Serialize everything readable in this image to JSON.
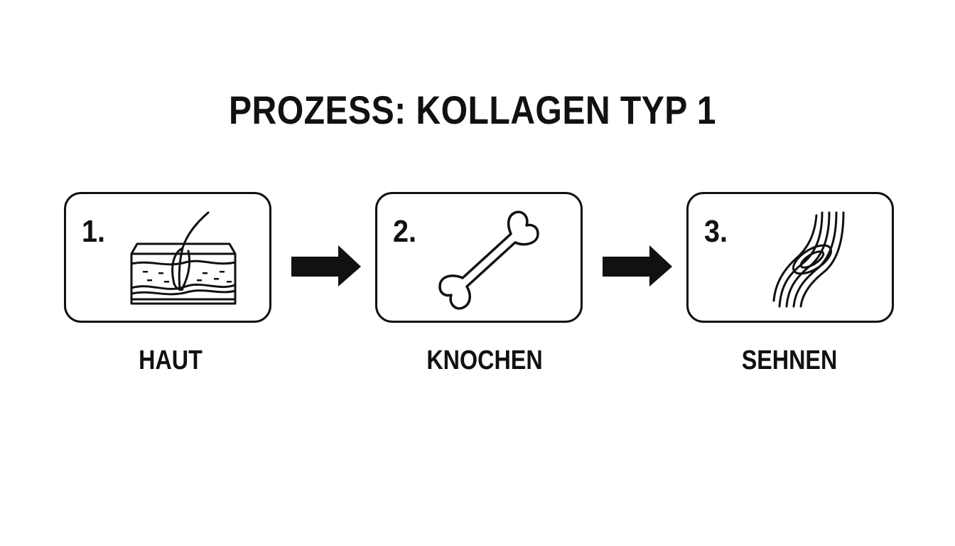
{
  "title": "PROZESS: KOLLAGEN TYP 1",
  "steps": [
    {
      "number": "1.",
      "label": "HAUT",
      "icon": "skin-cross-section-icon"
    },
    {
      "number": "2.",
      "label": "KNOCHEN",
      "icon": "bone-icon"
    },
    {
      "number": "3.",
      "label": "SEHNEN",
      "icon": "tendon-icon"
    }
  ],
  "colors": {
    "ink": "#111111",
    "background": "#ffffff"
  }
}
